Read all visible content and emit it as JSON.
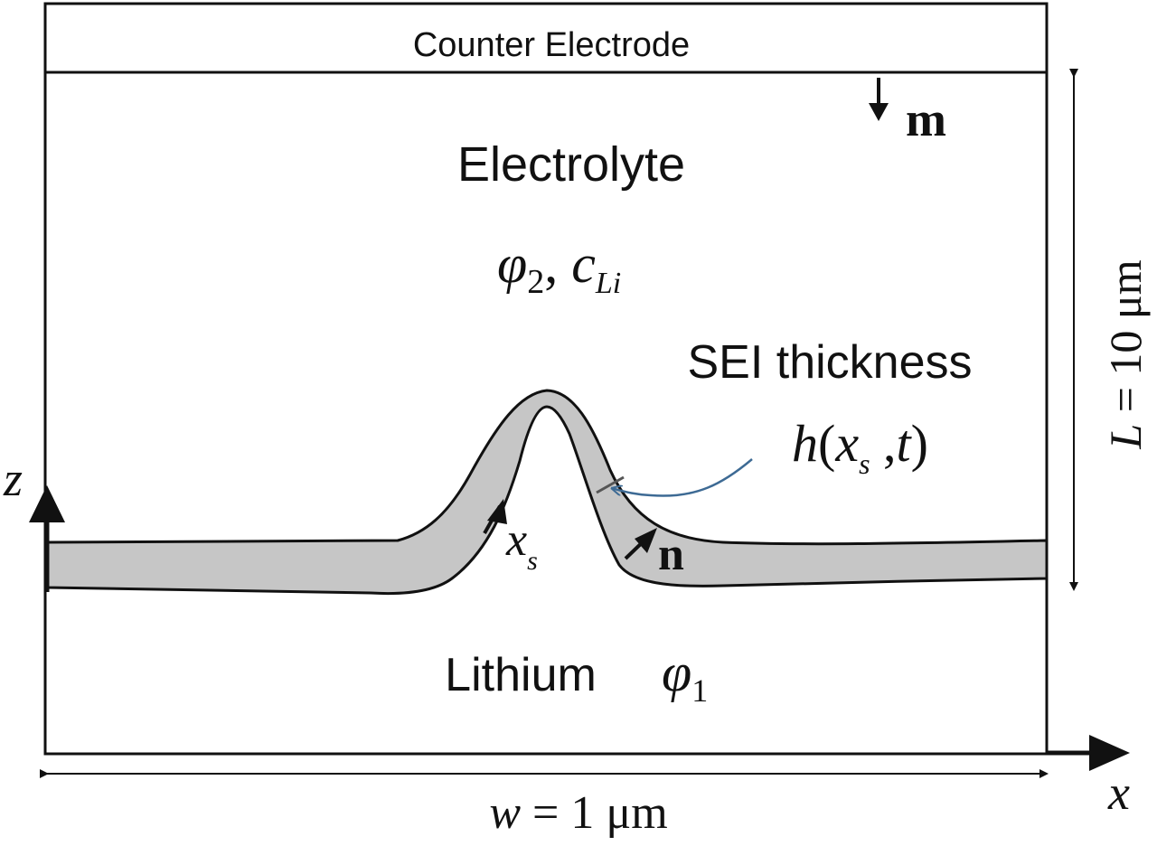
{
  "regions": {
    "counter_electrode": "Counter Electrode",
    "electrolyte": "Electrolyte",
    "lithium": "Lithium"
  },
  "electrolyte_vars": {
    "phi": "φ",
    "phi_sub": "2",
    "sep": ", ",
    "c": "c",
    "c_sub": "Li"
  },
  "lithium_var": {
    "phi": "φ",
    "phi_sub": "1"
  },
  "sei": {
    "label": "SEI thickness",
    "h": "h",
    "paren_open": "(",
    "x": "x",
    "x_sub": "s",
    "sep": " ,",
    "t": "t",
    "paren_close": ")"
  },
  "vectors": {
    "m": "m",
    "n": "n",
    "xs": "x",
    "xs_sub": "s"
  },
  "axes": {
    "z": "z",
    "x": "x"
  },
  "dimensions": {
    "height_var": "L",
    "height_eq": " = 10 μm",
    "width_var": "w",
    "width_eq": " = 1 μm"
  },
  "colors": {
    "outline": "#111111",
    "sei_fill": "#c6c6c6",
    "pointer": "#3d6a94"
  }
}
